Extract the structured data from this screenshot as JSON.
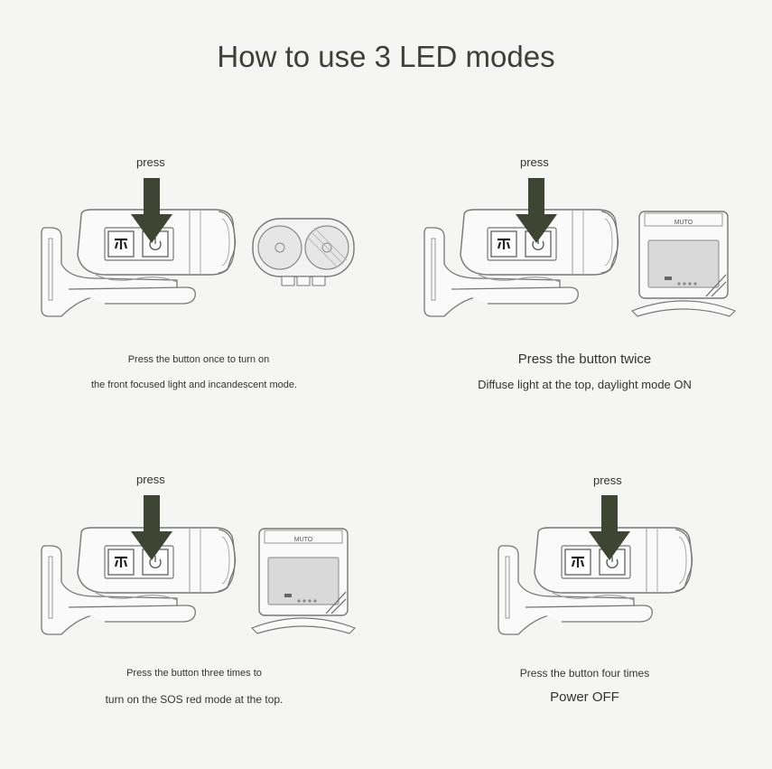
{
  "title": "How to use 3 LED modes",
  "brand_name": "MUTO",
  "steps": [
    {
      "press_label": "press",
      "caption_line1": "Press the button once to turn on",
      "caption_line2": "the front focused light and incandescent mode."
    },
    {
      "press_label": "press",
      "caption_line1": "Press the button twice",
      "caption_line2": "Diffuse light at the top, daylight mode ON"
    },
    {
      "press_label": "press",
      "caption_line1": "Press the button three times to",
      "caption_line2": "turn on the SOS red mode at the top."
    },
    {
      "press_label": "press",
      "caption_line1": "Press the button four times",
      "caption_line2": "Power OFF"
    }
  ],
  "colors": {
    "arrow": "#3f4533",
    "outline": "#6f6f6f",
    "background": "#f5f5f4"
  },
  "icons": [
    "down-arrow-icon",
    "logo-mark-icon",
    "power-icon"
  ]
}
